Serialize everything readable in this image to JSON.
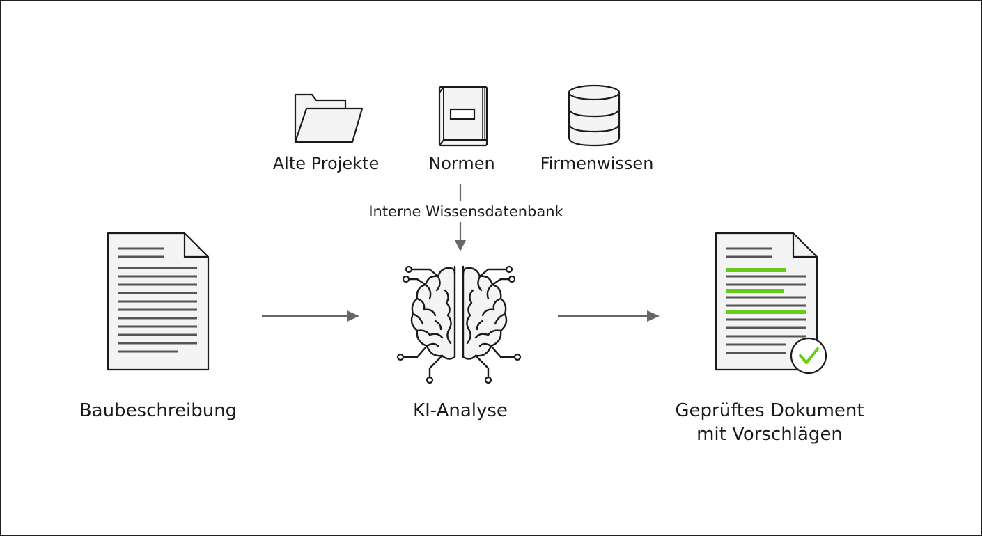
{
  "colors": {
    "ink": "#1a1a1a",
    "paper": "#f4f4f4",
    "arrow": "#666666",
    "doc_line": "#555555",
    "highlight": "#66cc1a",
    "check": "#66cc1a"
  },
  "sources": [
    {
      "label": "Alte Projekte",
      "icon": "folder-icon"
    },
    {
      "label": "Normen",
      "icon": "book-icon"
    },
    {
      "label": "Firmenwissen",
      "icon": "database-icon"
    }
  ],
  "knowledge_base_label": "Interne Wissensdatenbank",
  "steps": [
    {
      "label": "Baubeschreibung",
      "icon": "document-icon"
    },
    {
      "label": "KI-Analyse",
      "icon": "ai-brain-icon"
    },
    {
      "label_lines": [
        "Geprüftes Dokument",
        "mit Vorschlägen"
      ],
      "icon": "checked-document-icon"
    }
  ]
}
